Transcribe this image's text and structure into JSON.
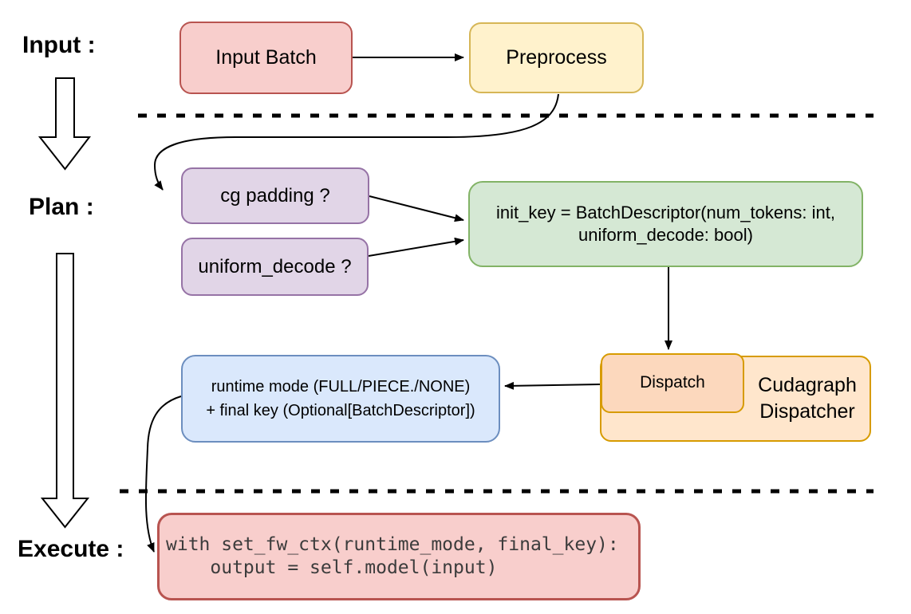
{
  "diagram": {
    "stages": {
      "input": "Input :",
      "plan": "Plan :",
      "execute": "Execute :"
    },
    "nodes": {
      "input_batch": {
        "label": "Input Batch",
        "fill": "#f8cecc",
        "stroke": "#b85450"
      },
      "preprocess": {
        "label": "Preprocess",
        "fill": "#fff2cc",
        "stroke": "#d6b656"
      },
      "cg_padding": {
        "label": "cg padding ?",
        "fill": "#e1d5e7",
        "stroke": "#9673a6"
      },
      "uniform_decode": {
        "label": "uniform_decode ?",
        "fill": "#e1d5e7",
        "stroke": "#9673a6"
      },
      "init_key": {
        "line1": "init_key = BatchDescriptor(num_tokens: int,",
        "line2": "uniform_decode: bool)",
        "fill": "#d5e8d4",
        "stroke": "#82b366"
      },
      "runtime_mode": {
        "line1": "runtime mode (FULL/PIECE./NONE)",
        "line2": "+ final key (Optional[BatchDescriptor])",
        "fill": "#dae8fc",
        "stroke": "#6c8ebf"
      },
      "dispatch": {
        "label": "Dispatch",
        "fill": "#fcd8bd",
        "stroke": "#d79b00"
      },
      "cudagraph_dispatcher": {
        "line1": "Cudagraph",
        "line2": "Dispatcher",
        "fill": "#ffe6cc",
        "stroke": "#d79b00"
      },
      "execute_code": {
        "line1": "with set_fw_ctx(runtime_mode, final_key):",
        "line2": "    output = self.model(input)",
        "fill": "#f8cecc",
        "stroke": "#b85450"
      }
    },
    "connectors": {
      "color": "#000000"
    }
  }
}
